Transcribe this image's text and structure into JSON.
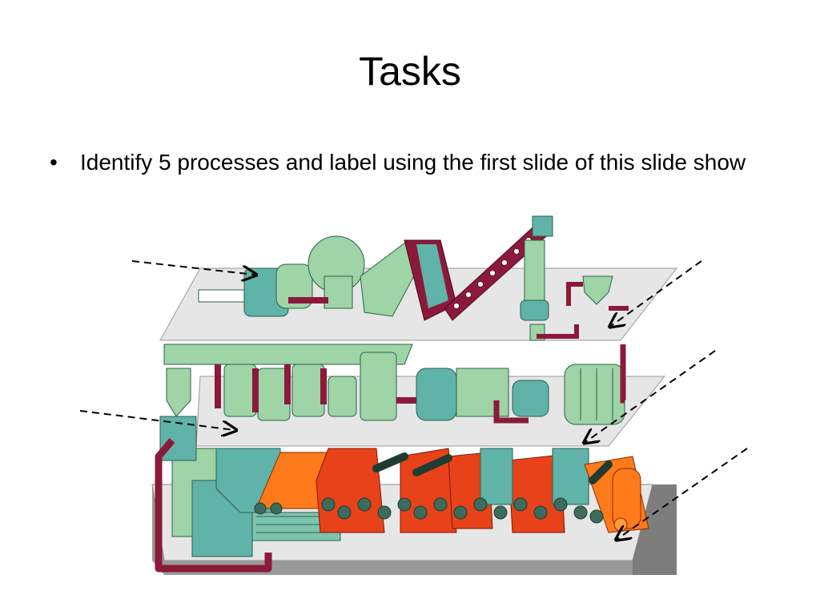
{
  "slide": {
    "title": "Tasks",
    "bullet_symbol": "•",
    "bullet_text": "Identify 5 processes and label using the first slide of this slide show"
  },
  "diagram": {
    "subject": "paper-mill-process",
    "colors": {
      "machinery": "#9ed4a6",
      "machinery_dark": "#5fb6a0",
      "teal": "#5fb3a8",
      "pipe": "#8b1a3a",
      "felt": "#ff7a1a",
      "felt_dark": "#e8421a",
      "roller": "#3d6b5c",
      "platform": "#e6e6e6",
      "base": "#9a9a9a"
    },
    "arrow_count": 5
  }
}
